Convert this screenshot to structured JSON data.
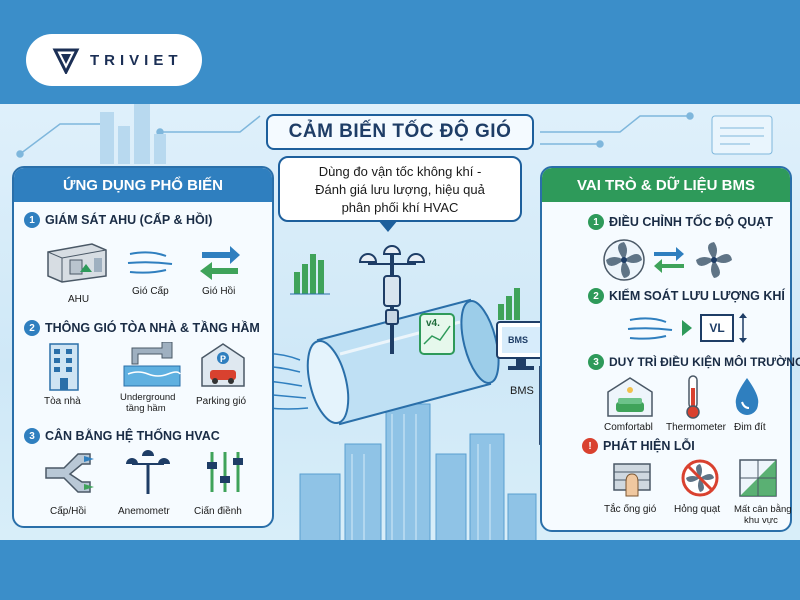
{
  "brand": {
    "name": "TRIVIET"
  },
  "title": "CẢM BIẾN TỐC ĐỘ GIÓ",
  "intro": {
    "lines": [
      "Dùng đo vận tốc không khí -",
      "Đánh giá lưu lượng, hiệu quả",
      "phân phối khí HVAC"
    ]
  },
  "left_panel": {
    "header": "ỨNG DỤNG PHỔ BIẾN",
    "sections": [
      {
        "num": "1",
        "title": "GIÁM SÁT AHU (CẤP & HỒI)",
        "items": [
          "AHU",
          "Gió Cấp",
          "Gió Hồi"
        ]
      },
      {
        "num": "2",
        "title": "THÔNG GIÓ TÒA NHÀ & TẦNG HẦM",
        "items": [
          "Tòa nhà",
          "Underground",
          "tầng hầm",
          "Parking gió"
        ]
      },
      {
        "num": "3",
        "title": "CÂN BẰNG HỆ THỐNG HVAC",
        "items": [
          "Cấp/Hồi",
          "Anemometr",
          "Ciấn điềnh"
        ]
      }
    ]
  },
  "center": {
    "meter_label": "v4.",
    "bms_screen": "BMS",
    "bms_label": "BMS"
  },
  "right_panel": {
    "header": "VAI TRÒ & DỮ LIỆU BMS",
    "sections": [
      {
        "num": "1",
        "title": "ĐIỀU CHỈNH TỐC ĐỘ QUẠT"
      },
      {
        "num": "2",
        "title": "KIỂM SOÁT LƯU LƯỢNG KHÍ",
        "vl": "VL"
      },
      {
        "num": "3",
        "title": "DUY TRÌ ĐIỀU KIỆN MÔI TRƯỜNG",
        "items": [
          "Comfortabl",
          "Thermometer",
          "Đim đít"
        ]
      },
      {
        "num": "!",
        "title": "PHÁT HIỆN LỖI",
        "items": [
          "Tắc ống gió",
          "Hỏng quạt",
          "Mất cân bằng",
          "khu vực"
        ]
      }
    ]
  },
  "colors": {
    "accent_blue": "#2f7fbf",
    "accent_green": "#2e9a5a",
    "alert_red": "#d9412f",
    "navy": "#1b2f55"
  }
}
